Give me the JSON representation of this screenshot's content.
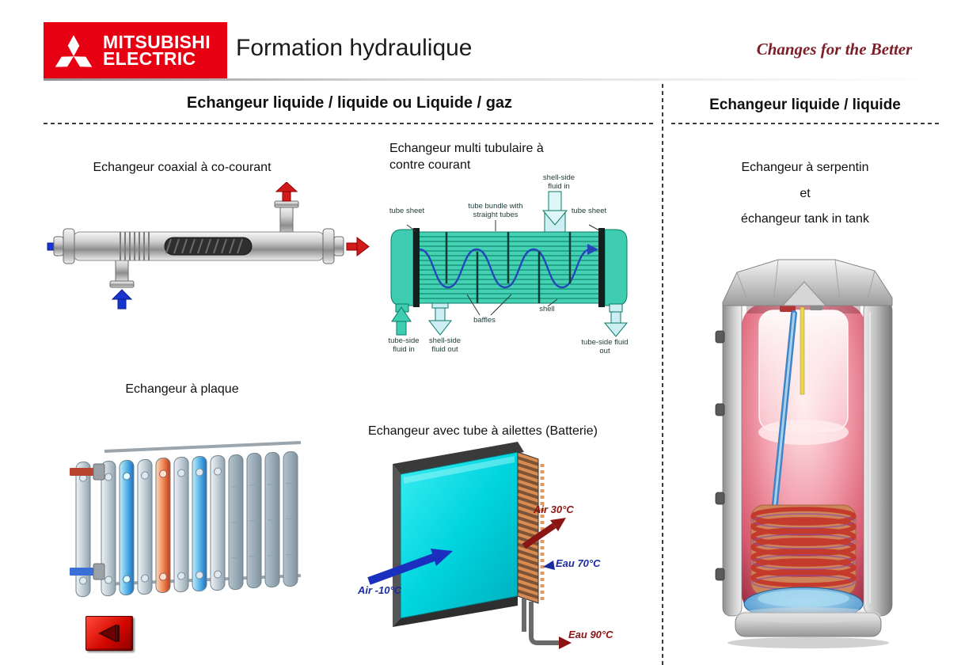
{
  "header": {
    "brand": {
      "line1": "MITSUBISHI",
      "line2": "ELECTRIC"
    },
    "title": "Formation hydraulique",
    "slogan": "Changes for the Better"
  },
  "left_column": {
    "title": "Echangeur liquide / liquide ou Liquide / gaz",
    "coaxial": {
      "label": "Echangeur coaxial à co-courant"
    },
    "multitube": {
      "label_line1": "Echangeur multi tubulaire à",
      "label_line2": "contre courant",
      "diagram_labels": {
        "tube_sheet_left": "tube sheet",
        "tube_bundle": "tube bundle with straight tubes",
        "shell_side_fluid_in": "shell-side fluid in",
        "tube_sheet_right": "tube sheet",
        "baffles": "baffles",
        "shell": "shell",
        "tube_side_fluid_in": "tube-side fluid in",
        "shell_side_fluid_out": "shell-side fluid out",
        "tube_side_fluid_out": "tube-side fluid out"
      }
    },
    "plaque": {
      "label": "Echangeur à plaque"
    },
    "batterie": {
      "label": "Echangeur avec tube à ailettes (Batterie)",
      "flow_labels": {
        "air_out": "Air 30°C",
        "air_in": "Air -10°C",
        "water_in": "Eau 70°C",
        "water_out": "Eau 90°C"
      }
    }
  },
  "right_column": {
    "title": "Echangeur liquide / liquide",
    "caption_line1": "Echangeur à serpentin",
    "caption_line2": "et",
    "caption_line3": "échangeur tank in tank"
  },
  "nav": {
    "back_icon": "left-arrow"
  },
  "colors": {
    "brand_red": "#e60012",
    "slogan_maroon": "#7b1e28",
    "diagram_teal": "#45d2b4",
    "panel_cyan": "#00d4de",
    "hot_red": "#8b1414",
    "cold_blue": "#1b2fbf"
  }
}
